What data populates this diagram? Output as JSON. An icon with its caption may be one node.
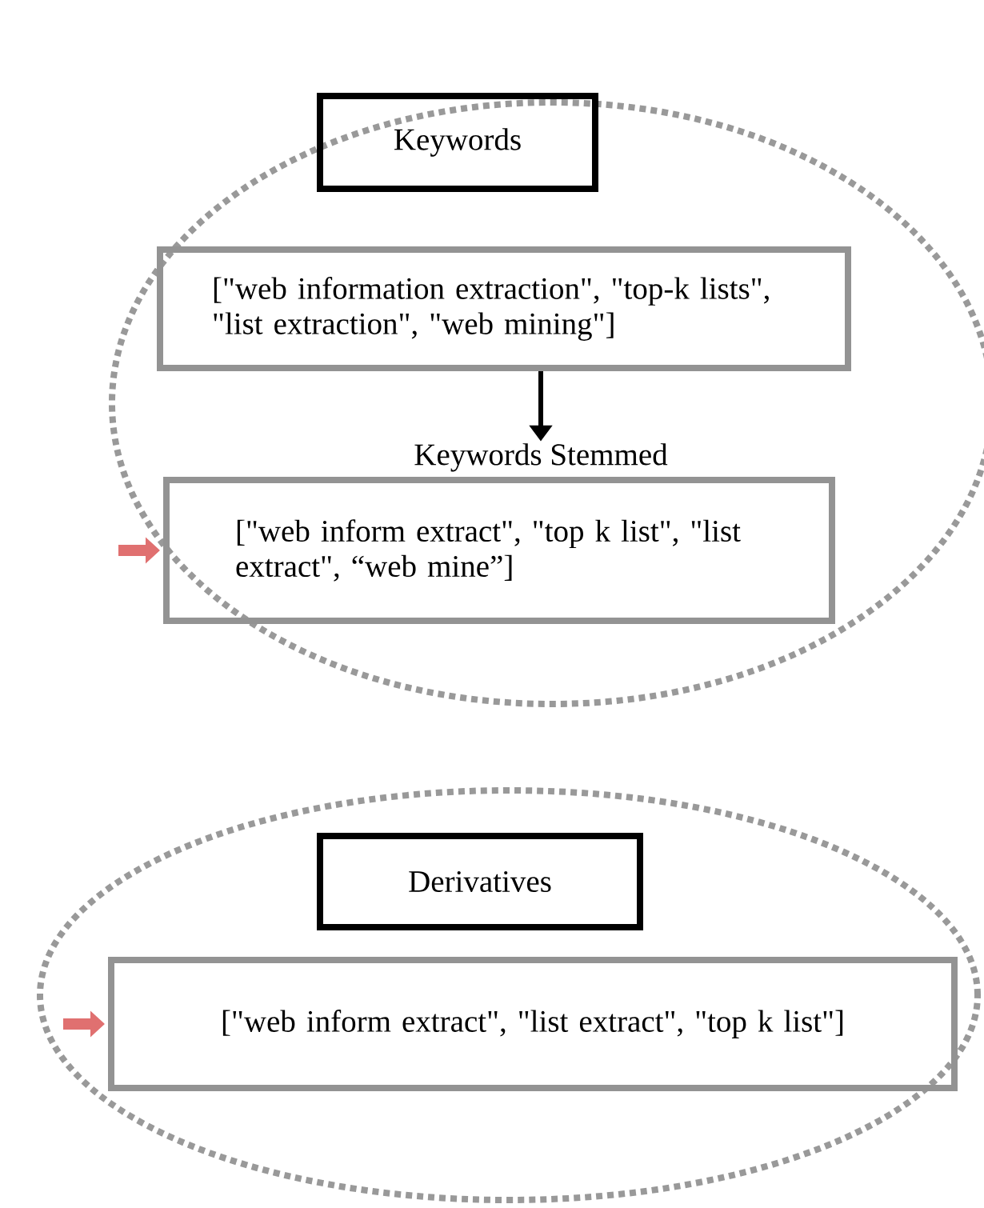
{
  "diagram": {
    "nodes": [
      {
        "text": [],
        "shape": "ellipse"
      },
      {
        "text": [
          "Keywords"
        ],
        "in": 0
      },
      {
        "text": [
          "[\"web information extraction\", \"top-k lists\", \"list extraction\", \"web mining\"]"
        ],
        "in": 0
      },
      {
        "text": [
          "Keywords Stemmed",
          "[\"web inform extract\", \"top k list\", \"list extract\", “web mine”]"
        ],
        "in": 0
      },
      {
        "text": [],
        "shape": "ellipse"
      },
      {
        "text": [
          "Derivatives"
        ],
        "in": 4
      },
      {
        "text": [
          "[\"web inform extract\", \"list extract\",  \"top k list\"]"
        ],
        "in": 4
      }
    ],
    "edges": [
      {
        "from": 2,
        "to": 3,
        "arrow": "to",
        "color": "#000000"
      },
      {
        "from": null,
        "to": 3,
        "arrow": "to",
        "color": "#e07070"
      },
      {
        "from": null,
        "to": 6,
        "arrow": "to",
        "color": "#e07070"
      }
    ]
  }
}
